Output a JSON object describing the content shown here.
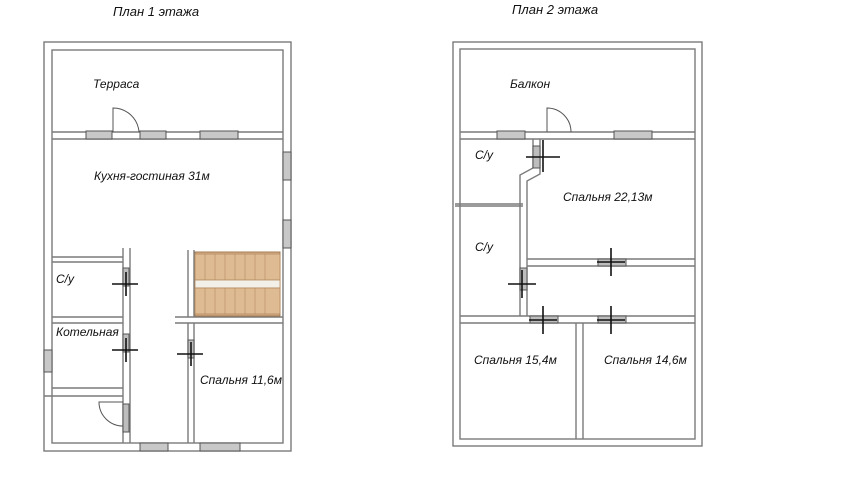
{
  "floor1": {
    "title": "План 1 этажа",
    "rooms": {
      "terrace": "Терраса",
      "kitchen": "Кухня-гостиная 31м",
      "bathroom": "С/у",
      "boiler": "Котельная",
      "bedroom": "Спальня 11,6м"
    }
  },
  "floor2": {
    "title": "План 2 этажа",
    "rooms": {
      "balcony": "Балкон",
      "bathroom_upper": "С/у",
      "bathroom_lower": "С/у",
      "bedroom_large": "Спальня 22,13м",
      "bedroom_left": "Спальня 15,4м",
      "bedroom_right": "Спальня 14,6м"
    }
  },
  "colors": {
    "wall_outline": "#7a7a7a",
    "wall_fill": "#e6e6e6",
    "window": "#8c8c8c",
    "door_mark": "#111111",
    "stair_wood": "#d8b088"
  }
}
